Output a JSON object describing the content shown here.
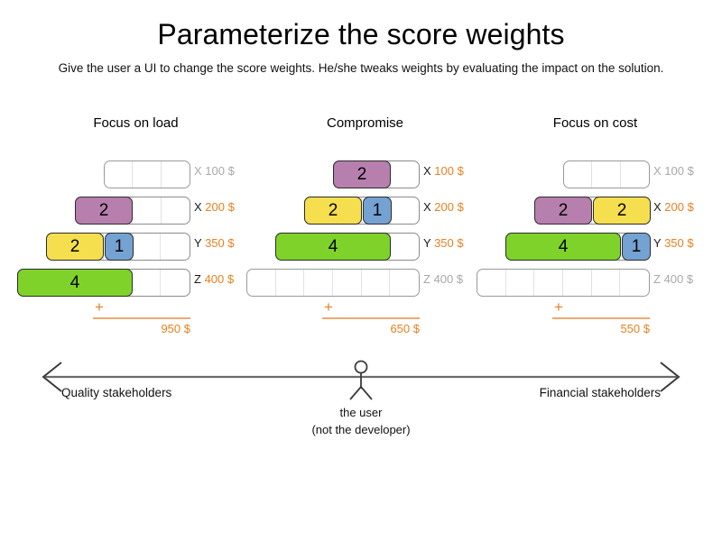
{
  "slide": {
    "title": "Parameterize the score weights",
    "subtitle": "Give the user a UI to change the score weights. He/she tweaks weights by evaluating the impact on the solution."
  },
  "colors": {
    "purple": "#b77fae",
    "yellow": "#f5df4e",
    "blue": "#74a2d2",
    "green": "#7fd22a",
    "accent_orange": "#e8801f",
    "muted_grey": "#a8a8a8"
  },
  "scenarios": [
    {
      "title": "Focus on load",
      "total_plus": "+",
      "total_value": "950 $",
      "rows": [
        {
          "key": "X",
          "amount": "100 $",
          "active": false,
          "track_cells": 3,
          "track_width": 96,
          "chips": []
        },
        {
          "key": "X",
          "amount": "200 $",
          "active": true,
          "track_cells": 4,
          "track_width": 128,
          "chips": [
            {
              "value": "2",
              "color": "purple",
              "width": 64
            }
          ]
        },
        {
          "key": "Y",
          "amount": "350 $",
          "active": true,
          "track_cells": 5,
          "track_width": 160,
          "chips": [
            {
              "value": "2",
              "color": "yellow",
              "width": 64
            },
            {
              "value": "1",
              "color": "blue",
              "width": 32
            }
          ]
        },
        {
          "key": "Z",
          "amount": "400 $",
          "active": true,
          "track_cells": 6,
          "track_width": 192,
          "chips": [
            {
              "value": "4",
              "color": "green",
              "width": 128
            }
          ]
        }
      ]
    },
    {
      "title": "Compromise",
      "total_plus": "+",
      "total_value": "650 $",
      "rows": [
        {
          "key": "X",
          "amount": "100 $",
          "active": true,
          "track_cells": 3,
          "track_width": 96,
          "chips": [
            {
              "value": "2",
              "color": "purple",
              "width": 64
            }
          ]
        },
        {
          "key": "X",
          "amount": "200 $",
          "active": true,
          "track_cells": 4,
          "track_width": 128,
          "chips": [
            {
              "value": "2",
              "color": "yellow",
              "width": 64
            },
            {
              "value": "1",
              "color": "blue",
              "width": 32
            }
          ]
        },
        {
          "key": "Y",
          "amount": "350 $",
          "active": true,
          "track_cells": 5,
          "track_width": 160,
          "chips": [
            {
              "value": "4",
              "color": "green",
              "width": 128
            }
          ]
        },
        {
          "key": "Z",
          "amount": "400 $",
          "active": false,
          "track_cells": 6,
          "track_width": 192,
          "chips": []
        }
      ]
    },
    {
      "title": "Focus on cost",
      "total_plus": "+",
      "total_value": "550 $",
      "rows": [
        {
          "key": "X",
          "amount": "100 $",
          "active": false,
          "track_cells": 3,
          "track_width": 96,
          "chips": []
        },
        {
          "key": "X",
          "amount": "200 $",
          "active": true,
          "track_cells": 4,
          "track_width": 128,
          "chips": [
            {
              "value": "2",
              "color": "purple",
              "width": 64
            },
            {
              "value": "2",
              "color": "yellow",
              "width": 64
            }
          ]
        },
        {
          "key": "Y",
          "amount": "350 $",
          "active": true,
          "track_cells": 5,
          "track_width": 160,
          "chips": [
            {
              "value": "4",
              "color": "green",
              "width": 128
            },
            {
              "value": "1",
              "color": "blue",
              "width": 32
            }
          ]
        },
        {
          "key": "Z",
          "amount": "400 $",
          "active": false,
          "track_cells": 6,
          "track_width": 192,
          "chips": []
        }
      ]
    }
  ],
  "spectrum": {
    "left_label": "Quality stakeholders",
    "right_label": "Financial stakeholders",
    "caption_line1": "the user",
    "caption_line2": "(not the developer)"
  }
}
